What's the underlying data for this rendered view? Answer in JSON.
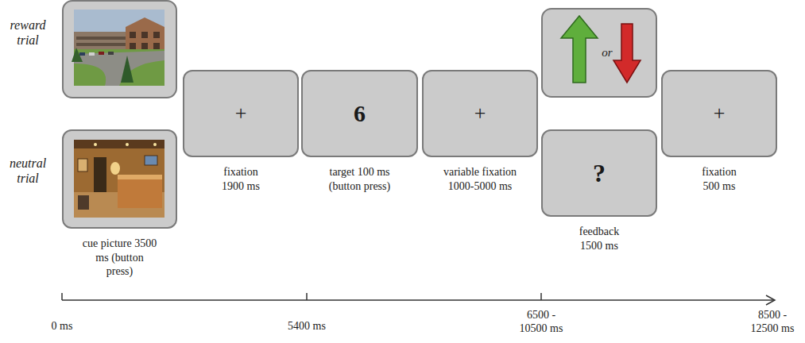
{
  "diagram": {
    "nodes": [
      {
        "text": [
          "cue picture 3500 ms (button press)"
        ]
      },
      {
        "text": [
          "+",
          "fixation 1900 ms"
        ]
      },
      {
        "text": [
          "6",
          "target 100 ms (button press)"
        ]
      },
      {
        "text": [
          "+",
          "variable fixation 1000-5000 ms"
        ]
      },
      {
        "text": [
          "?",
          "feedback 1500 ms"
        ]
      },
      {
        "text": [
          "+",
          "fixation 500 ms"
        ]
      }
    ],
    "labels": [
      "reward trial",
      "neutral trial",
      "or",
      "0 ms",
      "5400 ms",
      "6500 - 10500 ms",
      "8500 - 12500 ms"
    ]
  }
}
